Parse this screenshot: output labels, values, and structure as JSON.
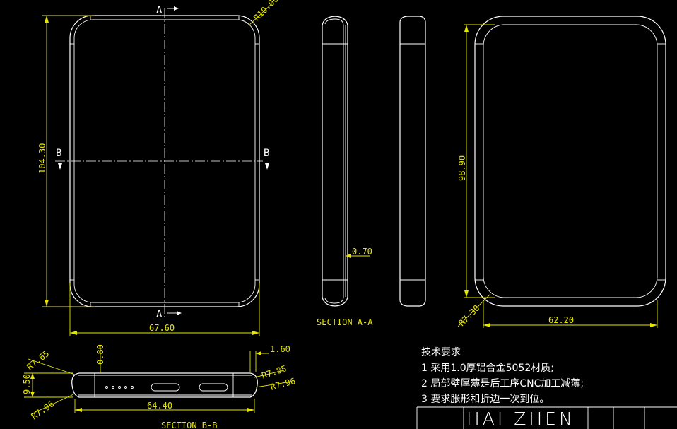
{
  "view_front": {
    "dim_width": "67.60",
    "dim_height": "104.30",
    "dim_corner": "R10.00",
    "section_a_label": "A",
    "section_b_label": "B"
  },
  "view_section_aa": {
    "title": "SECTION  A-A",
    "dim_wall": "0.70"
  },
  "view_right": {
    "dim_width": "62.20",
    "dim_height": "98.90",
    "dim_corner": "R7.30"
  },
  "view_section_bb": {
    "title": "SECTION  B-B",
    "dim_left_upper_radius": "R7.65",
    "dim_left_lower_radius": "R7.96",
    "dim_height": "9.50",
    "dim_thickness": "0.80",
    "dim_lip": "1.60",
    "dim_right_upper_radius": "R7.85",
    "dim_right_lower_radius": "R7.96",
    "dim_width": "64.40"
  },
  "notes": {
    "title": "技术要求",
    "items": [
      "1  采用1.0厚铝合金5052材质;",
      "2 局部壁厚薄是后工序CNC加工减薄;",
      "3 要求胀形和折边一次到位。"
    ]
  },
  "title_block": {
    "company": "HAI ZHEN"
  }
}
